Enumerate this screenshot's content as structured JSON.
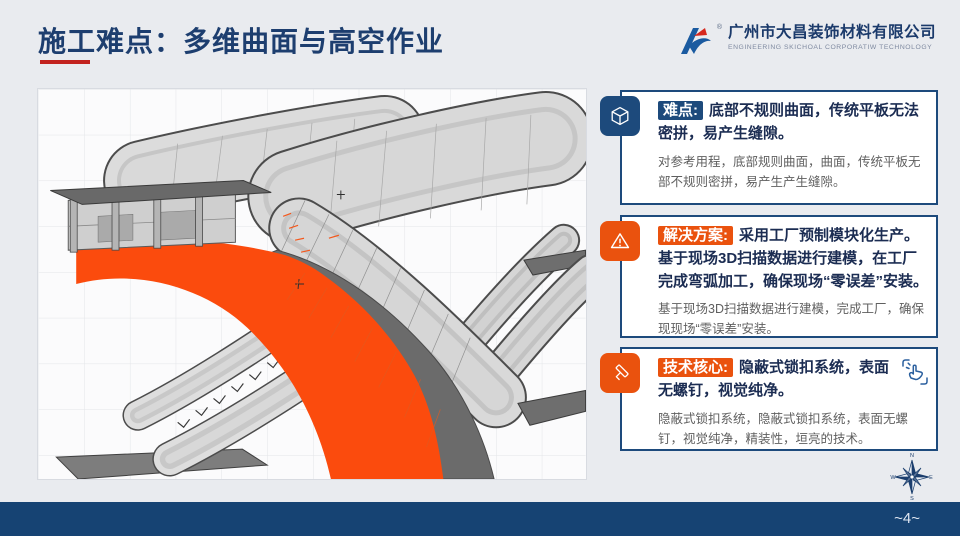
{
  "slide": {
    "title": "施工难点：多维曲面与高空作业",
    "page_number": "~4~"
  },
  "logo": {
    "company_name": "广州市大昌装饰材料有限公司",
    "subtitle": "ENGINEERING SKICHOAL CORPORATIW TECHNOLOGY",
    "registered_mark": "®"
  },
  "callouts": [
    {
      "label": "难点:",
      "heading": "底部不规则曲面，传统平板无法密拼，易产生缝隙。",
      "body": "对参考用程，底部规则曲面，曲面，传统平板无部不规则密拼，易产生产生缝隙。",
      "icon": "cube-icon",
      "accent": "#1d4a7c"
    },
    {
      "label": "解决方案:",
      "heading": "采用工厂预制模块化生产。基于现场3D扫描数据进行建模，在工厂完成弯弧加工，确保现场“零误差”安装。",
      "body": "基于现场3D扫描数据进行建模，完成工厂，确保现现场“零误差”安装。",
      "icon": "warning-icon",
      "accent": "#ea520e"
    },
    {
      "label": "技术核心:",
      "heading": "隐蔽式锁扣系统，表面无螺钉，视觉纯净。",
      "body": "隐蔽式锁扣系统，隐蔽式锁扣系统，表面无螺钉，视觉纯净，精装性，垣亮的技术。",
      "icon": "tool-icon",
      "accent": "#ea520e"
    }
  ],
  "compass": {
    "n": "N",
    "e": "E",
    "s": "S",
    "w": "W"
  },
  "colors": {
    "title_blue": "#1d3e6f",
    "accent_blue": "#1d4a7c",
    "accent_orange": "#ea520e",
    "highlight_orange": "#fb4b0d",
    "footer_navy": "#164373",
    "underline_red": "#c2221f"
  }
}
